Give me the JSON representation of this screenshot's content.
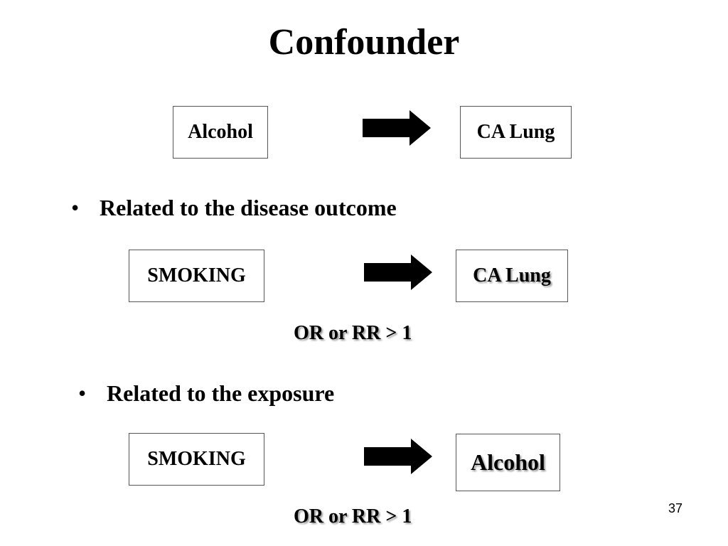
{
  "title": "Confounder",
  "row1": {
    "left": "Alcohol",
    "right": "CA Lung"
  },
  "bullet1": {
    "marker": "•",
    "text": "Related to the disease outcome"
  },
  "row2": {
    "left": "SMOKING",
    "right": "CA Lung",
    "relation": "OR or RR > 1"
  },
  "bullet2": {
    "marker": "•",
    "text": "Related to the exposure"
  },
  "row3": {
    "left": "SMOKING",
    "right": "Alcohol",
    "relation": "OR or RR > 1"
  },
  "page_number": "37",
  "icons": {
    "connector": "right-arrow-icon"
  },
  "colors": {
    "arrow": "#000000",
    "box_border": "#555555",
    "text_shadow": "#9a9a9a"
  }
}
